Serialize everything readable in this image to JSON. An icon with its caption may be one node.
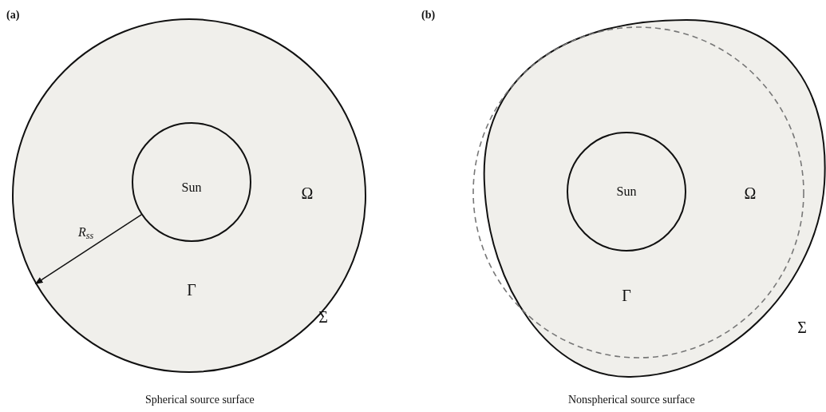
{
  "diagram": {
    "nodes": [
      {
        "text": [
          "Ω"
        ],
        "beside": [
          "Σ"
        ]
      },
      {
        "text": [
          "Sun"
        ],
        "beside": [
          "Γ"
        ],
        "in": 0
      },
      {
        "text": [
          "Ω"
        ],
        "beside": [
          "Σ"
        ]
      },
      {
        "text": [
          "Sun"
        ],
        "beside": [
          "Γ"
        ],
        "in": 2
      }
    ],
    "edges": [
      {
        "from": 1,
        "to": 0,
        "arrow": "to",
        "label": "R$_{ss}$"
      }
    ],
    "labels": [
      "(a)",
      "(b)",
      "Spherical source surface",
      "Nonspherical source surface"
    ]
  }
}
